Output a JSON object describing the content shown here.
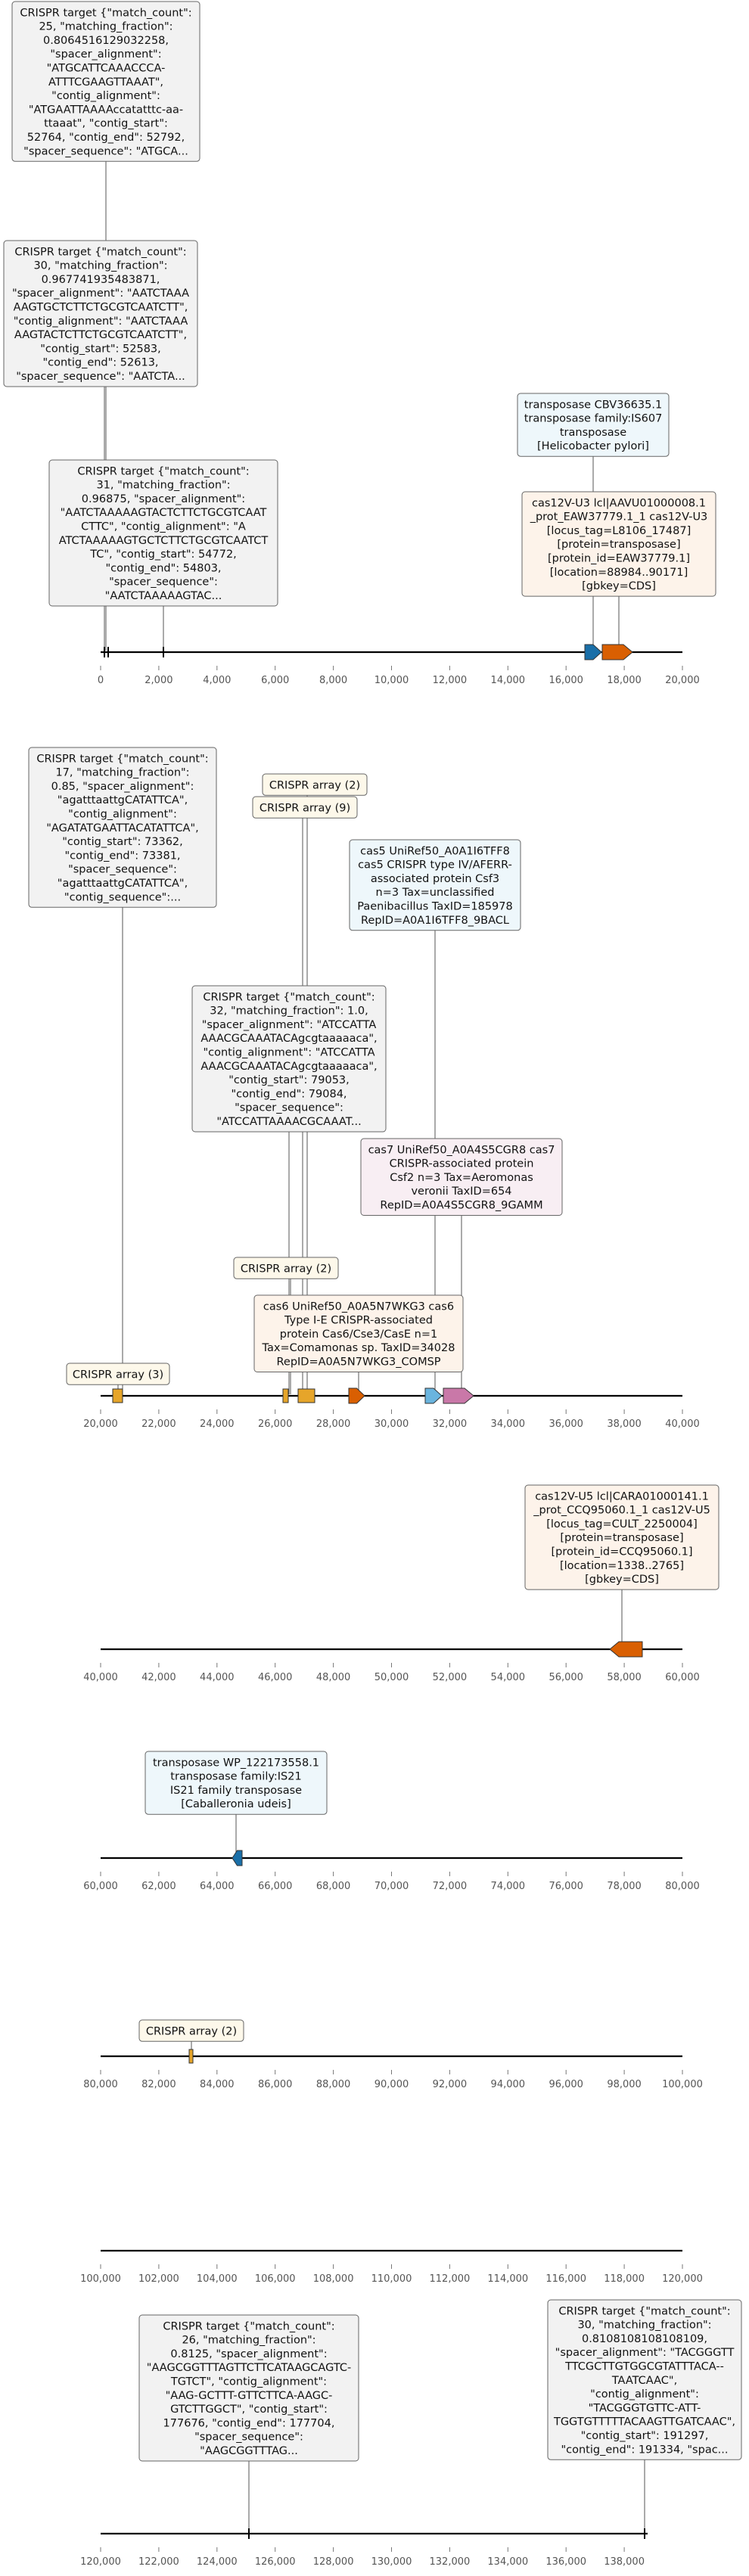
{
  "tracks": [
    {
      "ticks": [
        "0",
        "2,000",
        "4,000",
        "6,000",
        "8,000",
        "10,000",
        "12,000",
        "14,000",
        "16,000",
        "18,000",
        "20,000"
      ],
      "labels": [
        {
          "style": "grey",
          "lines": [
            "CRISPR target {\"match_count\":",
            "25, \"matching_fraction\":",
            "0.8064516129032258,",
            "\"spacer_alignment\":",
            "\"ATGCATTCAAACCCA-",
            "ATTTCGAAGTTAAAT\",",
            "\"contig_alignment\":",
            "\"ATGAATTAAAAccatatttc-aa-",
            "ttaaat\", \"contig_start\":",
            "52764, \"contig_end\": 52792,",
            "\"spacer_sequence\": \"ATGCA..."
          ]
        },
        {
          "style": "grey",
          "lines": [
            "CRISPR target {\"match_count\":",
            "30, \"matching_fraction\":",
            "0.967741935483871,",
            "\"spacer_alignment\": \"AATCTAAA",
            "AAGTGCTCTTCTGCGTCAATCTT\",",
            "\"contig_alignment\": \"AATCTAAA",
            "AAGTACTCTTCTGCGTCAATCTT\",",
            "\"contig_start\": 52583,",
            "\"contig_end\": 52613,",
            "\"spacer_sequence\": \"AATCTA..."
          ]
        },
        {
          "style": "grey",
          "lines": [
            "CRISPR target {\"match_count\":",
            "31, \"matching_fraction\":",
            "0.96875, \"spacer_alignment\":",
            "\"AATCTAAAAAGTACTCTTCTGCGTCAAT",
            "CTTC\", \"contig_alignment\": \"A",
            "ATCTAAAAAGTGCTCTTCTGCGTCAATCT",
            "TC\", \"contig_start\": 54772,",
            "\"contig_end\": 54803,",
            "\"spacer_sequence\":",
            "\"AATCTAAAAAGTAC..."
          ]
        },
        {
          "style": "blue",
          "lines": [
            "transposase CBV36635.1",
            "transposase family:IS607",
            "transposase",
            "[Helicobacter pylori]"
          ]
        },
        {
          "style": "orange",
          "lines": [
            "cas12V-U3 lcl|AAVU01000008.1",
            "_prot_EAW37779.1_1 cas12V-U3",
            "[locus_tag=L8106_17487]",
            "[protein=transposase]",
            "[protein_id=EAW37779.1]",
            "[location=88984..90171]",
            "[gbkey=CDS]"
          ]
        }
      ]
    },
    {
      "ticks": [
        "20,000",
        "22,000",
        "24,000",
        "26,000",
        "28,000",
        "30,000",
        "32,000",
        "34,000",
        "36,000",
        "38,000",
        "40,000"
      ],
      "labels": [
        {
          "style": "grey",
          "lines": [
            "CRISPR target {\"match_count\":",
            "17, \"matching_fraction\":",
            "0.85, \"spacer_alignment\":",
            "\"agatttaattgCATATTCA\",",
            "\"contig_alignment\":",
            "\"AGATATGAATTACATATTCA\",",
            "\"contig_start\": 73362,",
            "\"contig_end\": 73381,",
            "\"spacer_sequence\":",
            "\"agatttaattgCATATTCA\",",
            "\"contig_sequence\":..."
          ]
        },
        {
          "style": "cream",
          "lines": [
            "CRISPR array (2)"
          ]
        },
        {
          "style": "cream",
          "lines": [
            "CRISPR array (9)"
          ]
        },
        {
          "style": "blue",
          "lines": [
            "cas5 UniRef50_A0A1I6TFF8",
            "cas5 CRISPR type IV/AFERR-",
            "associated protein Csf3",
            "n=3 Tax=unclassified",
            "Paenibacillus TaxID=185978",
            "RepID=A0A1I6TFF8_9BACL"
          ]
        },
        {
          "style": "grey",
          "lines": [
            "CRISPR target {\"match_count\":",
            "32, \"matching_fraction\": 1.0,",
            "\"spacer_alignment\": \"ATCCATTA",
            "AAACGCAAATACAgcgtaaaaaca\",",
            "\"contig_alignment\": \"ATCCATTA",
            "AAACGCAAATACAgcgtaaaaaca\",",
            "\"contig_start\": 79053,",
            "\"contig_end\": 79084,",
            "\"spacer_sequence\":",
            "\"ATCCATTAAAACGCAAAT..."
          ]
        },
        {
          "style": "pink",
          "lines": [
            "cas7 UniRef50_A0A4S5CGR8 cas7",
            "CRISPR-associated protein",
            "Csf2 n=3 Tax=Aeromonas",
            "veronii TaxID=654",
            "RepID=A0A4S5CGR8_9GAMM"
          ]
        },
        {
          "style": "cream",
          "lines": [
            "CRISPR array (2)"
          ]
        },
        {
          "style": "orange",
          "lines": [
            "cas6 UniRef50_A0A5N7WKG3 cas6",
            "Type I-E CRISPR-associated",
            "protein Cas6/Cse3/CasE n=1",
            "Tax=Comamonas sp. TaxID=34028",
            "RepID=A0A5N7WKG3_COMSP"
          ]
        },
        {
          "style": "cream",
          "lines": [
            "CRISPR array (3)"
          ]
        }
      ]
    },
    {
      "ticks": [
        "40,000",
        "42,000",
        "44,000",
        "46,000",
        "48,000",
        "50,000",
        "52,000",
        "54,000",
        "56,000",
        "58,000",
        "60,000"
      ],
      "labels": [
        {
          "style": "orange",
          "lines": [
            "cas12V-U5 lcl|CARA01000141.1",
            "_prot_CCQ95060.1_1 cas12V-U5",
            "[locus_tag=CULT_2250004]",
            "[protein=transposase]",
            "[protein_id=CCQ95060.1]",
            "[location=1338..2765]",
            "[gbkey=CDS]"
          ]
        }
      ]
    },
    {
      "ticks": [
        "60,000",
        "62,000",
        "64,000",
        "66,000",
        "68,000",
        "70,000",
        "72,000",
        "74,000",
        "76,000",
        "78,000",
        "80,000"
      ],
      "labels": [
        {
          "style": "blue",
          "lines": [
            "transposase WP_122173558.1",
            "transposase family:IS21",
            "IS21 family transposase",
            "[Caballeronia udeis]"
          ]
        }
      ]
    },
    {
      "ticks": [
        "80,000",
        "82,000",
        "84,000",
        "86,000",
        "88,000",
        "90,000",
        "92,000",
        "94,000",
        "96,000",
        "98,000",
        "100,000"
      ],
      "labels": [
        {
          "style": "cream",
          "lines": [
            "CRISPR array (2)"
          ]
        }
      ]
    },
    {
      "ticks": [
        "100,000",
        "102,000",
        "104,000",
        "106,000",
        "108,000",
        "110,000",
        "112,000",
        "114,000",
        "116,000",
        "118,000",
        "120,000"
      ],
      "labels": []
    },
    {
      "ticks": [
        "120,000",
        "122,000",
        "124,000",
        "126,000",
        "128,000",
        "130,000",
        "132,000",
        "134,000",
        "136,000",
        "138,000"
      ],
      "labels": [
        {
          "style": "grey",
          "lines": [
            "CRISPR target {\"match_count\":",
            "26, \"matching_fraction\":",
            "0.8125, \"spacer_alignment\":",
            "\"AAGCGGTTTAGTTCTTCATAAGCAGTC-",
            "TGTCT\", \"contig_alignment\":",
            "\"AAG-GCTTT-GTTCTTCA-AAGC-",
            "GTCTTGGCT\", \"contig_start\":",
            "177676, \"contig_end\": 177704,",
            "\"spacer_sequence\":",
            "\"AAGCGGTTTAG..."
          ]
        },
        {
          "style": "grey",
          "lines": [
            "CRISPR target {\"match_count\":",
            "30, \"matching_fraction\":",
            "0.8108108108108109,",
            "\"spacer_alignment\": \"TACGGGTT",
            "TTCGCTTGTGGCGTATTTACA--",
            "TAATCAAC\",",
            "\"contig_alignment\":",
            "\"TACGGGTGTTC-ATT-",
            "TGGTGTTTTTACAAGTTGATCAAC\",",
            "\"contig_start\": 191297,",
            "\"contig_end\": 191334, \"spac..."
          ]
        }
      ]
    }
  ],
  "colors": {
    "grey_fill": "#f2f2f2",
    "blue_fill": "#eef7fb",
    "orange_fill": "#fdf3ea",
    "pink_fill": "#f8eef3",
    "cream_fill": "#fdf8ea",
    "gene_orange": "#d95f02",
    "gene_blue": "#1a6fa8",
    "gene_lightblue": "#6ab4de",
    "gene_pink": "#c978a8",
    "array_gold": "#e6a52a"
  }
}
